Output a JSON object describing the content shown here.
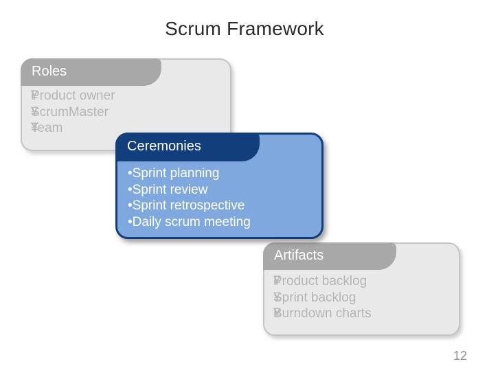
{
  "slide": {
    "title": "Scrum Framework",
    "page_number": "12"
  },
  "cards": [
    {
      "name": "roles",
      "header": "Roles",
      "bullet_char": "¥",
      "items": [
        "Product owner",
        "ScrumMaster",
        "Team"
      ]
    },
    {
      "name": "ceremonies",
      "header": "Ceremonies",
      "bullet_char": "•",
      "items": [
        "Sprint planning",
        "Sprint review",
        "Sprint retrospective",
        "Daily scrum meeting"
      ]
    },
    {
      "name": "artifacts",
      "header": "Artifacts",
      "bullet_char": "¥",
      "items": [
        "Product backlog",
        "Sprint backlog",
        "Burndown charts"
      ]
    }
  ],
  "colors": {
    "navy_header": "#123E7C",
    "blue_body": "#7FA9DE",
    "gray_header": "#A8A8A8",
    "gray_body": "#E9E9E9",
    "gray_border": "#C4C4C4",
    "gray_item_text": "#B6B6B6",
    "white_text": "#FFFFFF",
    "title_text": "#2B2B2B",
    "page_number_text": "#8F8F8F"
  }
}
